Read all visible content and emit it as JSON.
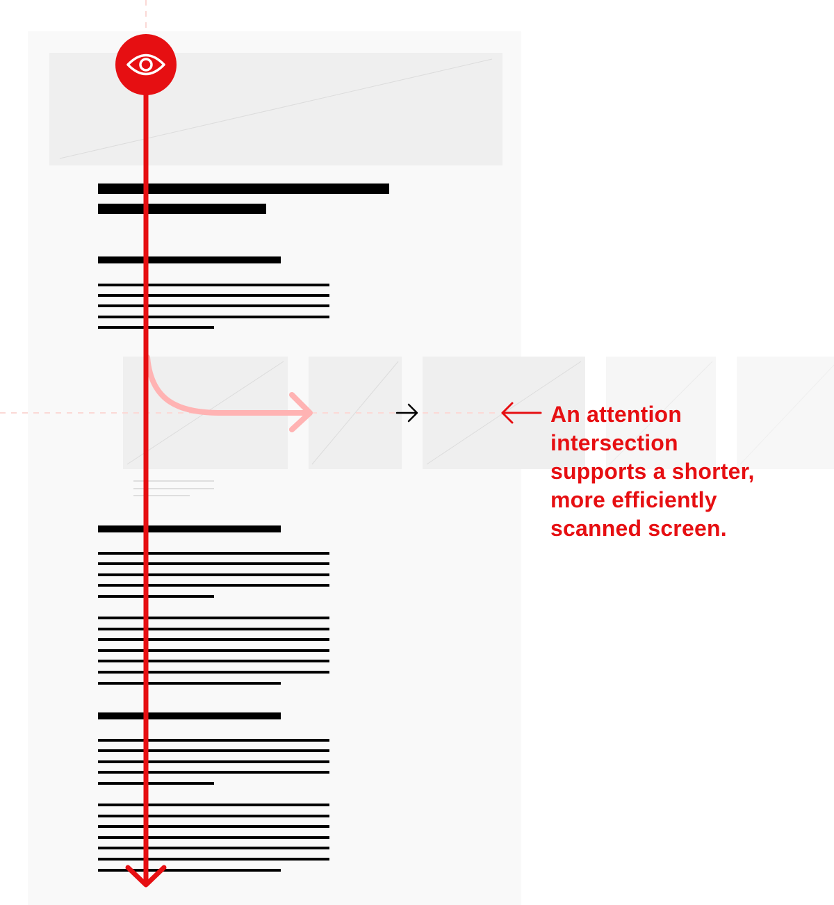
{
  "annotation": {
    "lines": [
      "An attention",
      "intersection",
      "supports a shorter,",
      "more efficiently",
      "scanned screen."
    ]
  },
  "icons": {
    "eye": "eye-icon",
    "carousel_next": "arrow-right-icon",
    "pointer": "arrow-left-icon",
    "scan_end": "chevron-down-icon"
  },
  "colors": {
    "accent": "#e60f12",
    "accent_soft": "#ffb3b3",
    "guide": "#fbd9d6",
    "page_bg": "#f9f9f9",
    "placeholder": "#efefef",
    "text_bar": "#000000"
  }
}
